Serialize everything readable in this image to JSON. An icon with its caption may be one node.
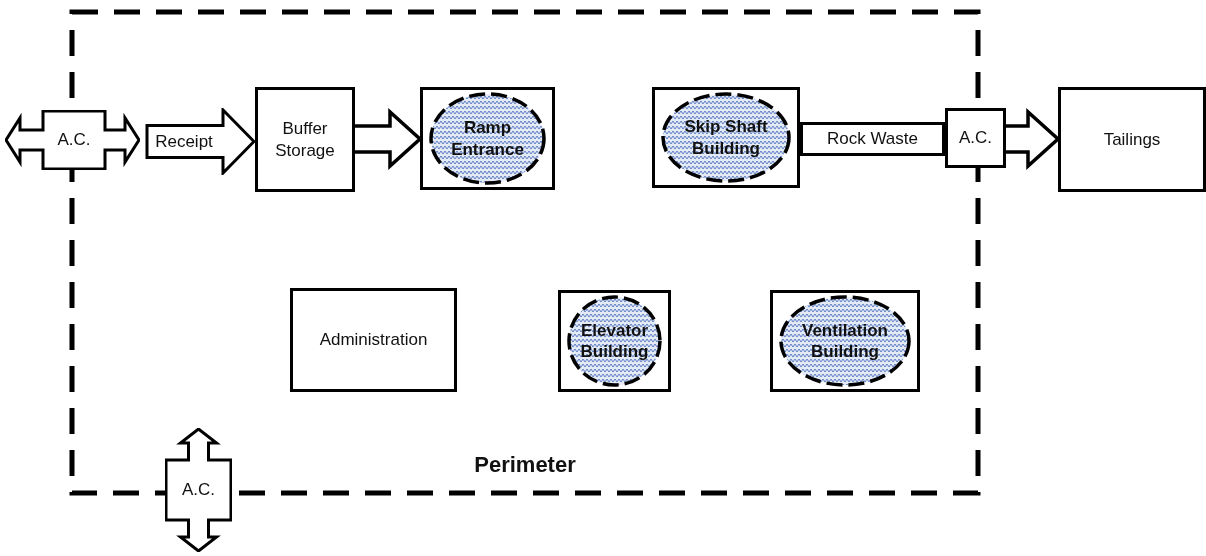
{
  "diagram": {
    "nodes": [
      {
        "text": [
          "Perimeter"
        ]
      },
      {
        "text": [
          "A.C."
        ]
      },
      {
        "text": [
          "Receipt"
        ],
        "in": 0
      },
      {
        "text": [
          "Buffer Storage"
        ],
        "in": 0
      },
      {
        "text": [
          "Ramp Entrance"
        ],
        "in": 0
      },
      {
        "text": [
          "Skip Shaft Building"
        ],
        "in": 0
      },
      {
        "text": [
          "Rock Waste"
        ],
        "in": 0
      },
      {
        "text": [
          "A.C."
        ]
      },
      {
        "text": [
          "Tailings"
        ]
      },
      {
        "text": [
          "Administration"
        ],
        "in": 0
      },
      {
        "text": [
          "Elevator Building"
        ],
        "in": 0
      },
      {
        "text": [
          "Ventilation Building"
        ],
        "in": 0
      },
      {
        "text": [
          "A.C."
        ]
      }
    ],
    "edges": [
      {
        "from": 3,
        "to": 4,
        "arrow": "to",
        "style": "thick"
      },
      {
        "from": 7,
        "to": 8,
        "arrow": "to",
        "style": "thick"
      }
    ]
  }
}
